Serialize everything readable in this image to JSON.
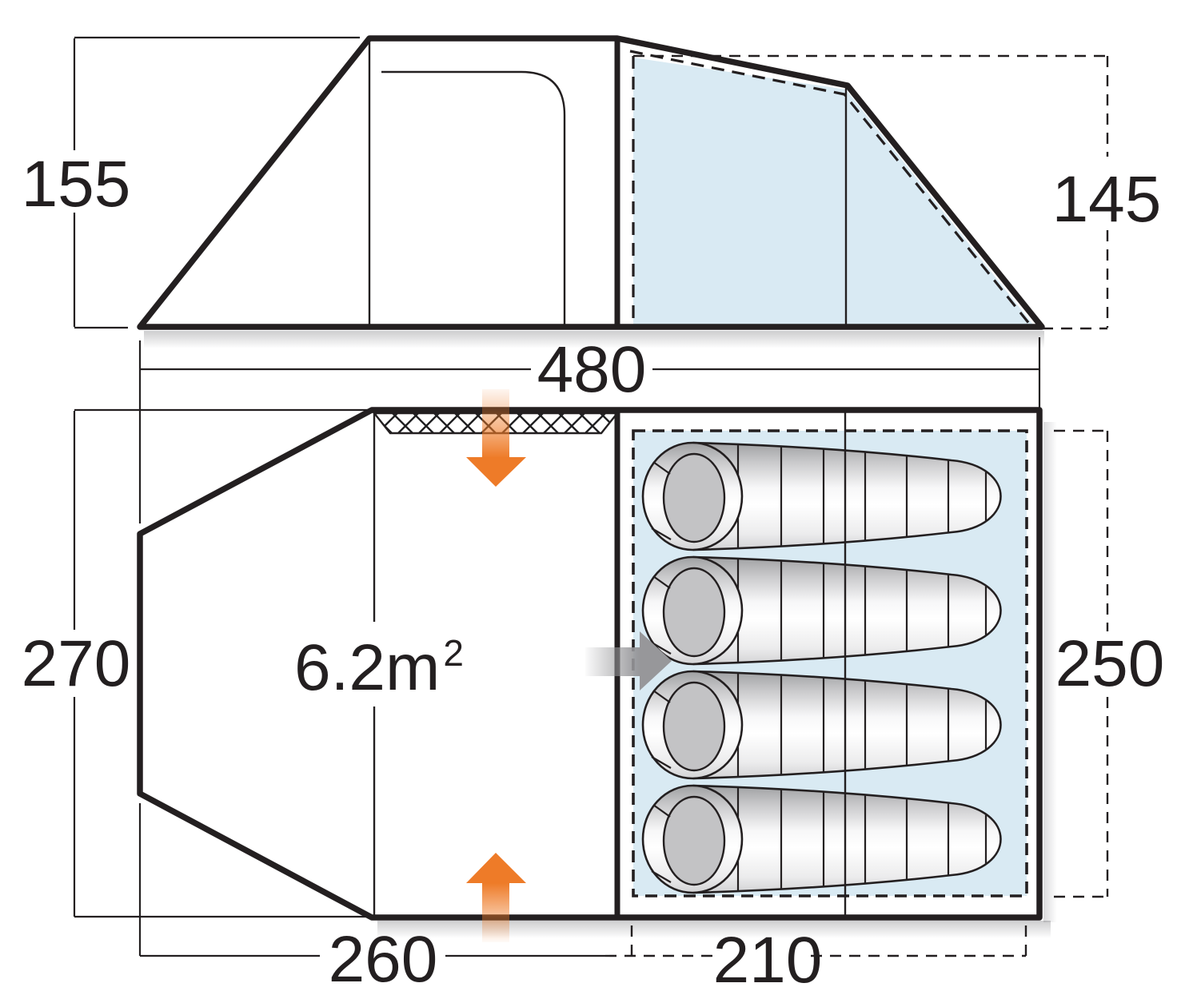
{
  "diagram": {
    "kind": "tent dimension drawing",
    "views": [
      "side elevation",
      "floor plan"
    ]
  },
  "labels": {
    "side_height": "155",
    "inner_height": "145",
    "total_width": "480",
    "plan_depth": "270",
    "bedroom_depth": "250",
    "living_width": "260",
    "bedroom_width": "210",
    "living_area": "6.2m",
    "living_area_sup": "2"
  },
  "features": {
    "sleeping_bag_count": 4,
    "mesh_vent": "crosshatch vent strip on living area front",
    "airflow_arrows": [
      "down into living area",
      "up out of living area",
      "right into sleeping area"
    ]
  },
  "colors": {
    "line_black": "#231f20",
    "bedroom_blue": "#d9eaf3",
    "accent_orange": "#ee7b28",
    "arrow_gray": "#97979a",
    "bag_gray": "#c3c3c5"
  }
}
